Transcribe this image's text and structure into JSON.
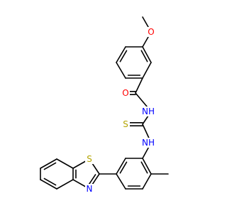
{
  "molecule": {
    "colors": {
      "bond": "#000000",
      "carbon": "#000000",
      "oxygen": "#ff0000",
      "nitrogen": "#0000ff",
      "sulfur": "#b3a400"
    },
    "atoms": [
      {
        "id": "o_methoxy",
        "label": "O",
        "element": "oxygen"
      },
      {
        "id": "o_carbonyl",
        "label": "O",
        "element": "oxygen"
      },
      {
        "id": "nh_amide",
        "label": "NH",
        "element": "nitrogen"
      },
      {
        "id": "s_thione",
        "label": "S",
        "element": "sulfur"
      },
      {
        "id": "nh_thiourea",
        "label": "NH",
        "element": "nitrogen"
      },
      {
        "id": "s_thiazole",
        "label": "S",
        "element": "sulfur"
      },
      {
        "id": "n_thiazole",
        "label": "N",
        "element": "nitrogen"
      }
    ]
  }
}
